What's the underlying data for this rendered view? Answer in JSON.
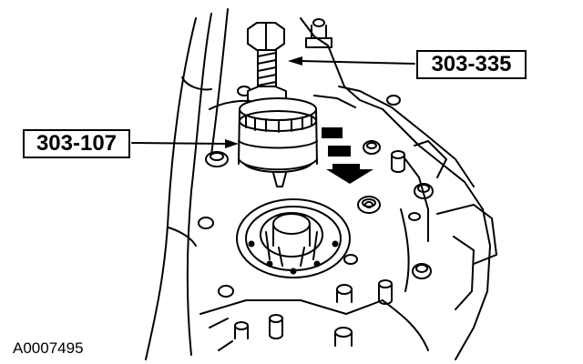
{
  "callouts": {
    "tool_upper": "303-335",
    "tool_lower": "303-107"
  },
  "figure_id": "A0007495",
  "colors": {
    "line": "#000000",
    "background": "#ffffff"
  },
  "icons": [
    "direction-arrow-icon"
  ]
}
